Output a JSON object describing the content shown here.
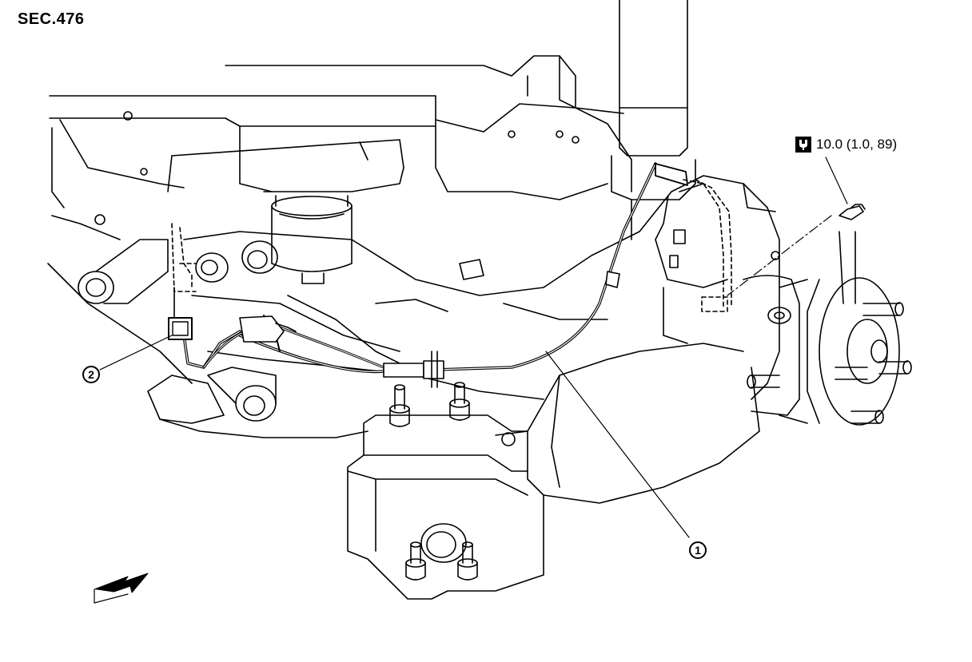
{
  "section_code": "SEC.476",
  "torque_spec": {
    "icon": "torque-wrench-icon",
    "value": "10.0 (1.0, 89)"
  },
  "callouts": [
    {
      "number": "1"
    },
    {
      "number": "2"
    }
  ]
}
